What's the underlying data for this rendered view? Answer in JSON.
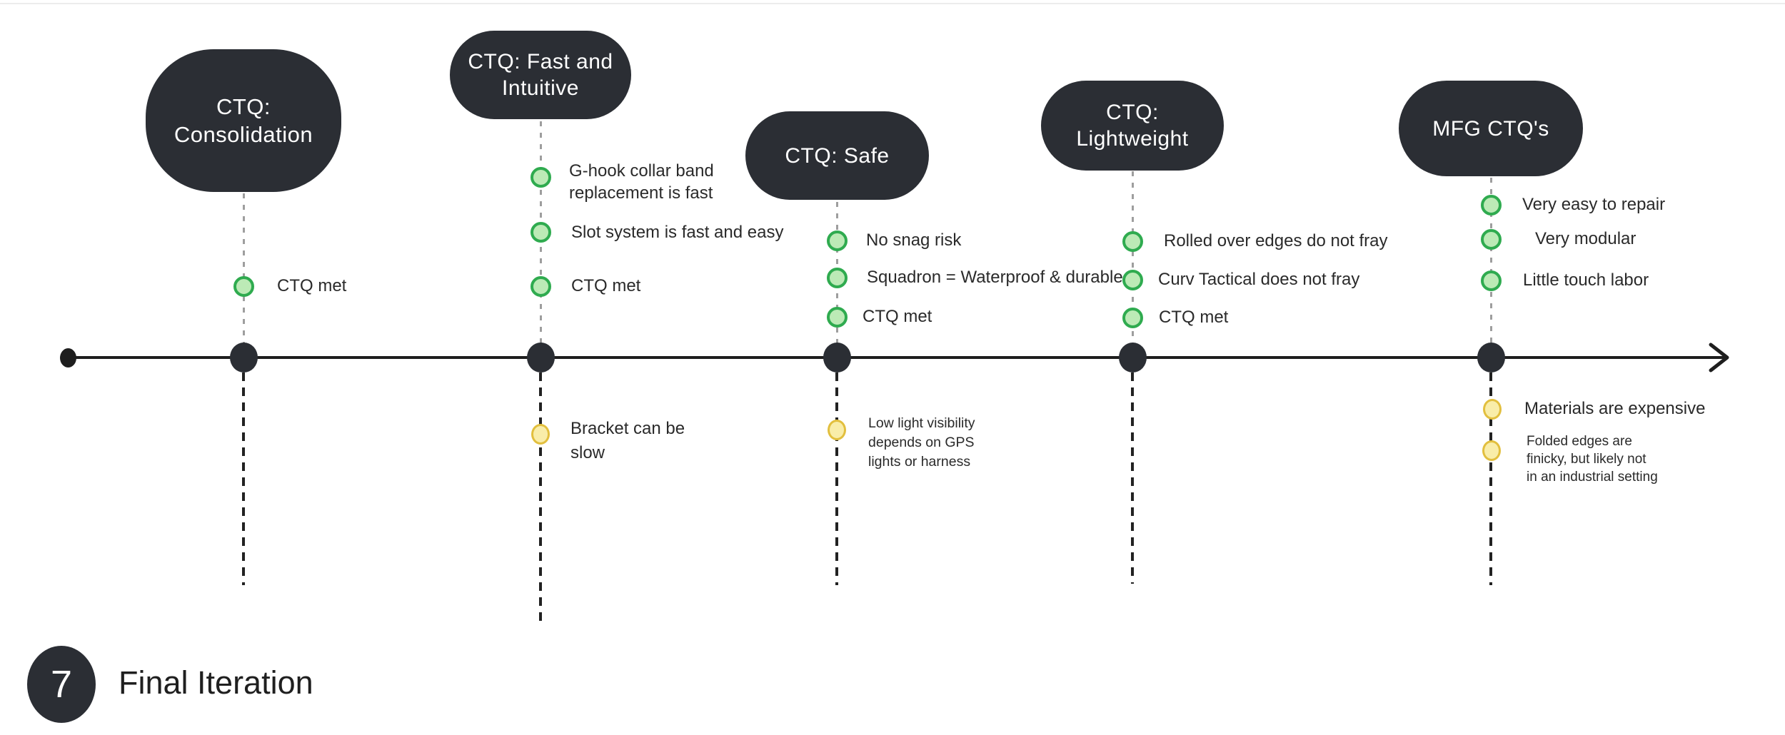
{
  "title_block": {
    "step_number": "7",
    "step_title": "Final Iteration"
  },
  "colors": {
    "dark": "#2b2e34",
    "green_fill": "#bceab6",
    "green_stroke": "#2fab4f",
    "yellow_fill": "#f9eda9",
    "yellow_stroke": "#e2bf3e",
    "timeline": "#1e1e1e",
    "gray_dash": "#9e9e9e",
    "black_dash": "#222222",
    "label_text": "#2a2a2a",
    "background": "#ffffff"
  },
  "columns": [
    {
      "bubble_label": "CTQ:\nConsolidation",
      "pros": [
        {
          "text": "CTQ met"
        }
      ],
      "cons": []
    },
    {
      "bubble_label": "CTQ: Fast and\nIntuitive",
      "pros": [
        {
          "text": "G-hook collar band\nreplacement is fast"
        },
        {
          "text": "Slot system is fast and easy"
        },
        {
          "text": "CTQ met"
        }
      ],
      "cons": [
        {
          "text": "Bracket can be\nslow"
        }
      ]
    },
    {
      "bubble_label": "CTQ: Safe",
      "pros": [
        {
          "text": "No snag risk"
        },
        {
          "text": "Squadron = Waterproof & durable"
        },
        {
          "text": "CTQ met"
        }
      ],
      "cons": [
        {
          "text": "Low light visibility\ndepends on GPS\nlights or harness"
        }
      ]
    },
    {
      "bubble_label": "CTQ:\nLightweight",
      "pros": [
        {
          "text": "Rolled over edges do not fray"
        },
        {
          "text": "Curv Tactical does not fray"
        },
        {
          "text": "CTQ met"
        }
      ],
      "cons": []
    },
    {
      "bubble_label": "MFG CTQ's",
      "pros": [
        {
          "text": "Very easy to repair"
        },
        {
          "text": "Very modular"
        },
        {
          "text": "Little touch labor"
        }
      ],
      "cons": [
        {
          "text": "Materials are expensive"
        },
        {
          "text": "Folded edges are\nfinicky, but likely not\nin an industrial setting"
        }
      ]
    }
  ]
}
